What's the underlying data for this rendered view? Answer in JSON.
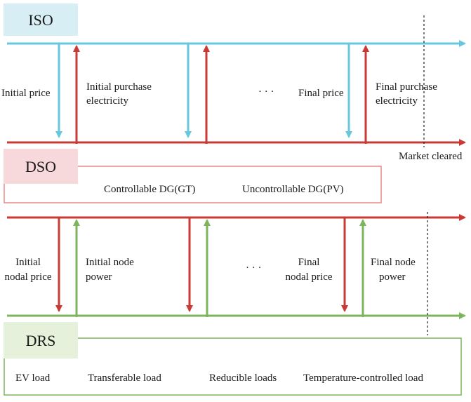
{
  "colors": {
    "iso_blue": "#67c7dc",
    "iso_box_fill": "#d7eef4",
    "price_red": "#c83a36",
    "dso_box_fill": "#f7d9dc",
    "dso_border": "#e88a8a",
    "node_green": "#7db55c",
    "drs_box_fill": "#e6f1dc",
    "text": "#1a1a1a"
  },
  "iso": {
    "title": "ISO",
    "initial_price": "Initial price",
    "initial_purchase": [
      "Initial purchase",
      "electricity"
    ],
    "ellipsis": "· · ·",
    "final_price": "Final price",
    "final_purchase": [
      "Final purchase",
      "electricity"
    ],
    "market_cleared": "Market cleared"
  },
  "dso": {
    "title": "DSO",
    "controllable": "Controllable DG(GT)",
    "uncontrollable": "Uncontrollable DG(PV)"
  },
  "nodal": {
    "initial_nodal_price": [
      "Initial",
      "nodal price"
    ],
    "initial_node_power": [
      "Initial node",
      "power"
    ],
    "ellipsis": "· · ·",
    "final_nodal_price": [
      "Final",
      "nodal price"
    ],
    "final_node_power": [
      "Final node",
      "power"
    ]
  },
  "drs": {
    "title": "DRS",
    "loads": [
      "EV load",
      "Transferable load",
      "Reducible loads",
      "Temperature-controlled load"
    ]
  }
}
